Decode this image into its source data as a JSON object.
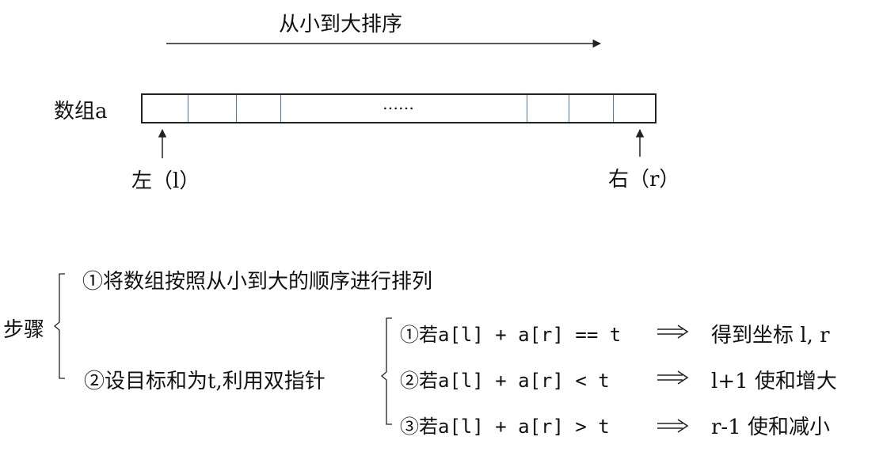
{
  "diagram": {
    "title": "从小到大排序",
    "array_label": "数组a",
    "ellipsis": "……",
    "left_pointer_label": "左（l）",
    "right_pointer_label": "右（r）",
    "steps_label": "步骤",
    "step1": "①将数组按照从小到大的顺序进行排列",
    "step2": "②设目标和为t,利用双指针",
    "cases": [
      {
        "condition": "①若a[l] + a[r] == t",
        "result": "得到坐标 l, r"
      },
      {
        "condition": "②若a[l] + a[r] < t",
        "result": "l+1 使和增大"
      },
      {
        "condition": "③若a[l] + a[r] > t",
        "result": "r-1 使和减小"
      }
    ]
  }
}
